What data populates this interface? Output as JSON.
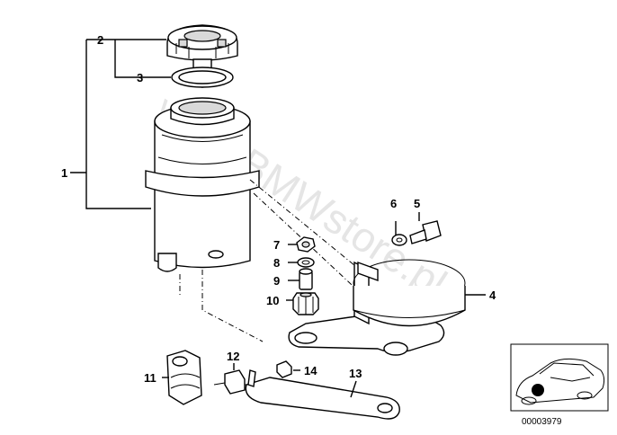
{
  "watermark": "www.BMWstore.pl",
  "callouts": [
    "1",
    "2",
    "3",
    "4",
    "5",
    "6",
    "7",
    "8",
    "9",
    "10",
    "11",
    "12",
    "13",
    "14"
  ],
  "inset_code": "00003979"
}
